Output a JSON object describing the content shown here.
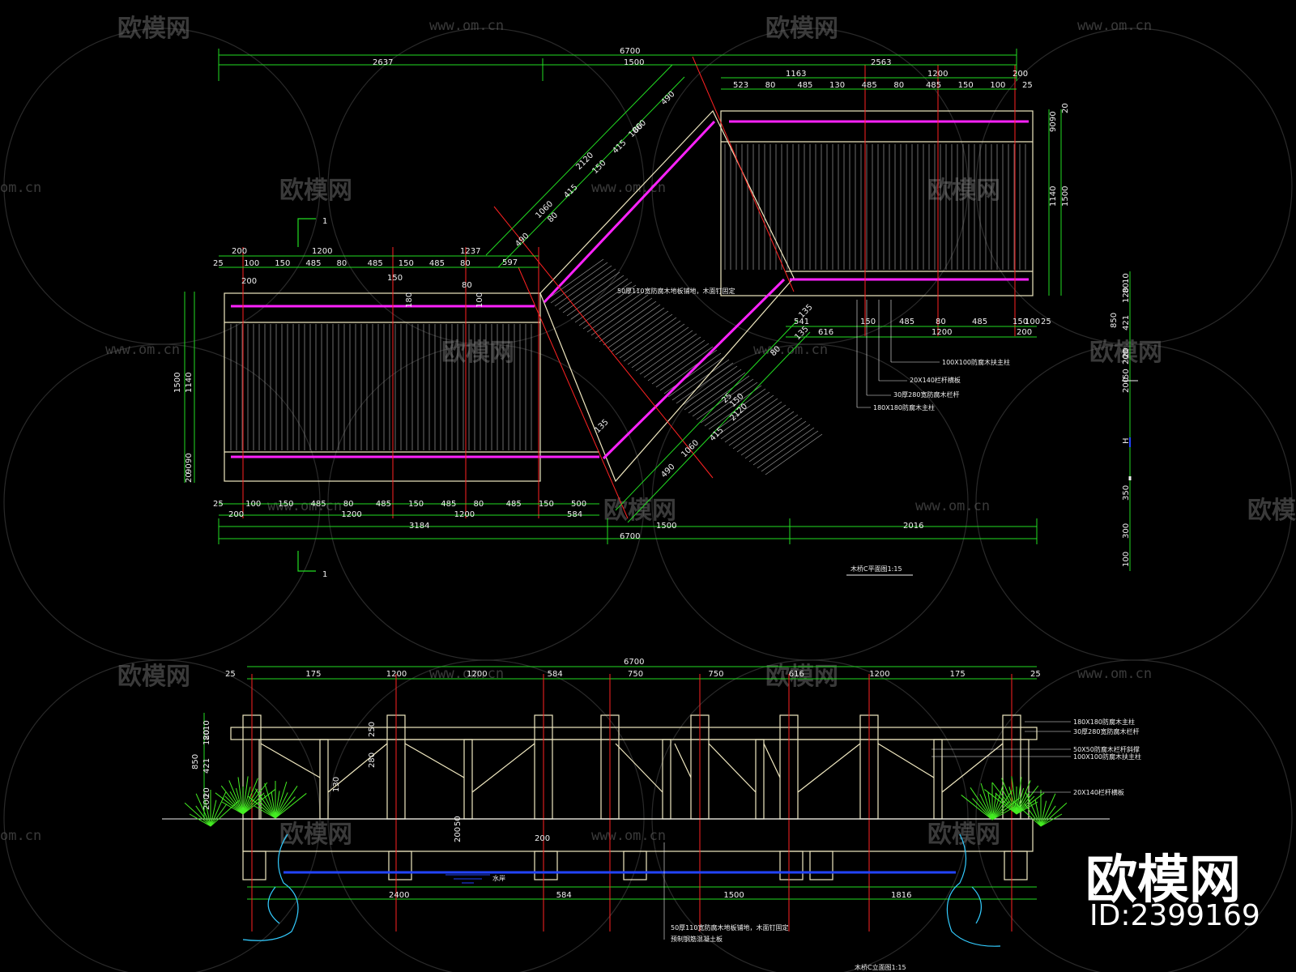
{
  "watermark": {
    "brand": "欧模网",
    "url": "www.om.cn",
    "url_short": "om.cn"
  },
  "brand": {
    "name": "欧模网",
    "id_label": "ID:2399169"
  },
  "plan": {
    "title": "木桥C平面图1:15",
    "section_mark": "1",
    "top_dims": {
      "total": "6700",
      "a": "2637",
      "b": "1500",
      "c": "2563",
      "d": "1163",
      "e": "1200",
      "f": "200",
      "row": [
        "523",
        "80",
        "485",
        "130",
        "485",
        "80",
        "485",
        "150",
        "100",
        "25"
      ]
    },
    "left_dims": {
      "a": "200",
      "b": "1200",
      "c": "1237",
      "d": "597",
      "row": [
        "25",
        "100",
        "150",
        "485",
        "80",
        "485",
        "150",
        "485",
        "80"
      ]
    },
    "left_vert": [
      "1500",
      "1140",
      "90",
      "90",
      "20"
    ],
    "right_vert": [
      "1140",
      "1500",
      "90",
      "90",
      "20"
    ],
    "bottom_dims": {
      "row": [
        "25",
        "100",
        "150",
        "485",
        "80",
        "485",
        "150",
        "485",
        "80",
        "485",
        "150",
        "500"
      ],
      "sub": [
        "200",
        "1200",
        "1200",
        "584"
      ],
      "mid": [
        "3184",
        "1500",
        "2016"
      ],
      "total": "6700"
    },
    "right_lower_dims": [
      "541",
      "616",
      "150",
      "485",
      "80",
      "485",
      "150",
      "100",
      "25",
      "1200",
      "200"
    ],
    "diag_dims": [
      "1060",
      "2120",
      "490",
      "80",
      "415",
      "150",
      "1060",
      "415",
      "80",
      "490",
      "135",
      "135",
      "25",
      "150",
      "2120",
      "415",
      "80",
      "1060",
      "490",
      "135"
    ],
    "inner_dims": [
      "200",
      "150",
      "80",
      "180",
      "100"
    ],
    "deck_note": "50厚110宽防腐木地板铺地，木面钉固定",
    "notes": [
      "100X100防腐木扶主柱",
      "20X140栏杆横板",
      "30厚280宽防腐木栏杆",
      "180X180防腐木主柱"
    ]
  },
  "side_scale": [
    "10",
    "80",
    "120",
    "850",
    "421",
    "20",
    "200",
    "50",
    "200",
    "H",
    "350",
    "300",
    "100"
  ],
  "elevation": {
    "title": "木桥C立面图1:15",
    "top_total": "6700",
    "top_row": [
      "25",
      "175",
      "1200",
      "1200",
      "584",
      "750",
      "750",
      "616",
      "1200",
      "175",
      "25"
    ],
    "left_vert": [
      "10",
      "80",
      "120",
      "850",
      "421",
      "20",
      "200"
    ],
    "inner_labels": [
      "250",
      "280",
      "130",
      "200",
      "50",
      "200"
    ],
    "bottom_row": [
      "2400",
      "584",
      "1500",
      "1816"
    ],
    "water_label": "水岸",
    "right_notes": [
      "180X180防腐木主柱",
      "30厚280宽防腐木栏杆",
      "50X50防腐木栏杆斜撑",
      "100X100防腐木扶主柱",
      "20X140栏杆横板"
    ],
    "bottom_notes": [
      "50厚110宽防腐木地板铺地，木面钉固定",
      "预制钢筋混凝土板"
    ]
  },
  "colors": {
    "dim": "#22dd22",
    "rail": "#ff22ff",
    "axis": "#ff2222",
    "outline": "#f0e8c0",
    "water": "#2244ff",
    "rock": "#33ccff",
    "plant": "#44ee22"
  }
}
